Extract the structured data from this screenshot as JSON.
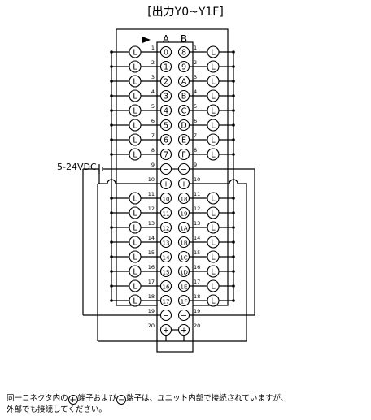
{
  "title": "[出力Y0~Y1F]",
  "column_a": "A",
  "column_b": "B",
  "supply_label": "5-24VDC",
  "load_label": "L",
  "plus_symbol": "+",
  "minus_symbol": "−",
  "rows": [
    {
      "pin": "1",
      "a": "0",
      "b": "8",
      "type": "out"
    },
    {
      "pin": "2",
      "a": "1",
      "b": "9",
      "type": "out"
    },
    {
      "pin": "3",
      "a": "2",
      "b": "A",
      "type": "out"
    },
    {
      "pin": "4",
      "a": "3",
      "b": "B",
      "type": "out"
    },
    {
      "pin": "5",
      "a": "4",
      "b": "C",
      "type": "out"
    },
    {
      "pin": "6",
      "a": "5",
      "b": "D",
      "type": "out"
    },
    {
      "pin": "7",
      "a": "6",
      "b": "E",
      "type": "out"
    },
    {
      "pin": "8",
      "a": "7",
      "b": "F",
      "type": "out"
    },
    {
      "pin": "9",
      "a": "−",
      "b": "−",
      "type": "minus"
    },
    {
      "pin": "10",
      "a": "+",
      "b": "+",
      "type": "plus"
    },
    {
      "pin": "11",
      "a": "10",
      "b": "18",
      "type": "out"
    },
    {
      "pin": "12",
      "a": "11",
      "b": "19",
      "type": "out"
    },
    {
      "pin": "13",
      "a": "12",
      "b": "1A",
      "type": "out"
    },
    {
      "pin": "14",
      "a": "13",
      "b": "1B",
      "type": "out"
    },
    {
      "pin": "15",
      "a": "14",
      "b": "1C",
      "type": "out"
    },
    {
      "pin": "16",
      "a": "15",
      "b": "1D",
      "type": "out"
    },
    {
      "pin": "17",
      "a": "16",
      "b": "1E",
      "type": "out"
    },
    {
      "pin": "18",
      "a": "17",
      "b": "1F",
      "type": "out"
    },
    {
      "pin": "19",
      "a": "−",
      "b": "−",
      "type": "minus"
    },
    {
      "pin": "20",
      "a": "+",
      "b": "+",
      "type": "plus"
    }
  ],
  "note": {
    "part1": "同一コネクタ内の",
    "part2": "端子および",
    "part3": "端子は、ユニット内部で接続されていますが、",
    "line2": "外部でも接続してください。"
  }
}
